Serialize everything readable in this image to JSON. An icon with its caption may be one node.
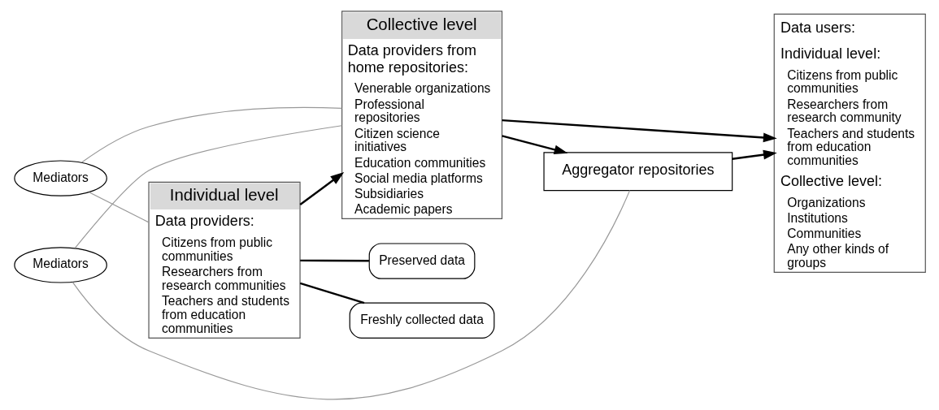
{
  "diagram": {
    "nodes": [
      {
        "text": [
          "Mediators"
        ]
      },
      {
        "text": [
          "Mediators"
        ]
      },
      {
        "text": [
          "Individual level",
          "Data providers:",
          "Citizens from public communities",
          "Researchers from research communities",
          "Teachers and students from education communities"
        ]
      },
      {
        "text": [
          "Collective level",
          "Data providers from home repositories:",
          "Venerable organizations",
          "Professional repositories",
          "Citizen science initiatives",
          "Education communities",
          "Social media platforms",
          "Subsidiaries",
          "Academic papers"
        ]
      },
      {
        "text": [
          "Aggregator repositories"
        ]
      },
      {
        "text": [
          "Data users:",
          "Individual level:",
          "Citizens from public communities",
          "Researchers from research community",
          "Teachers and students from education communities",
          "Collective level:",
          "Organizations",
          "Institutions",
          "Communities",
          "Any other kinds of groups"
        ]
      },
      {
        "text": [
          "Freshly collected data"
        ]
      },
      {
        "text": [
          "Preserved data"
        ]
      }
    ],
    "edges": [
      {
        "from": 0,
        "to": 2,
        "arrow": "none",
        "color": "#999999"
      },
      {
        "from": 0,
        "to": 3,
        "arrow": "none",
        "color": "#999999"
      },
      {
        "from": 1,
        "to": 3,
        "arrow": "none",
        "color": "#999999"
      },
      {
        "from": 1,
        "to": 4,
        "arrow": "none",
        "color": "#999999"
      },
      {
        "from": 2,
        "to": 3,
        "arrow": "to"
      },
      {
        "from": 3,
        "to": 4,
        "arrow": "to"
      },
      {
        "from": 4,
        "to": 5,
        "arrow": "to"
      },
      {
        "from": 3,
        "to": 5,
        "arrow": "to"
      },
      {
        "from": 2,
        "to": 6,
        "arrow": "none"
      },
      {
        "from": 2,
        "to": 7,
        "arrow": "none"
      }
    ]
  }
}
